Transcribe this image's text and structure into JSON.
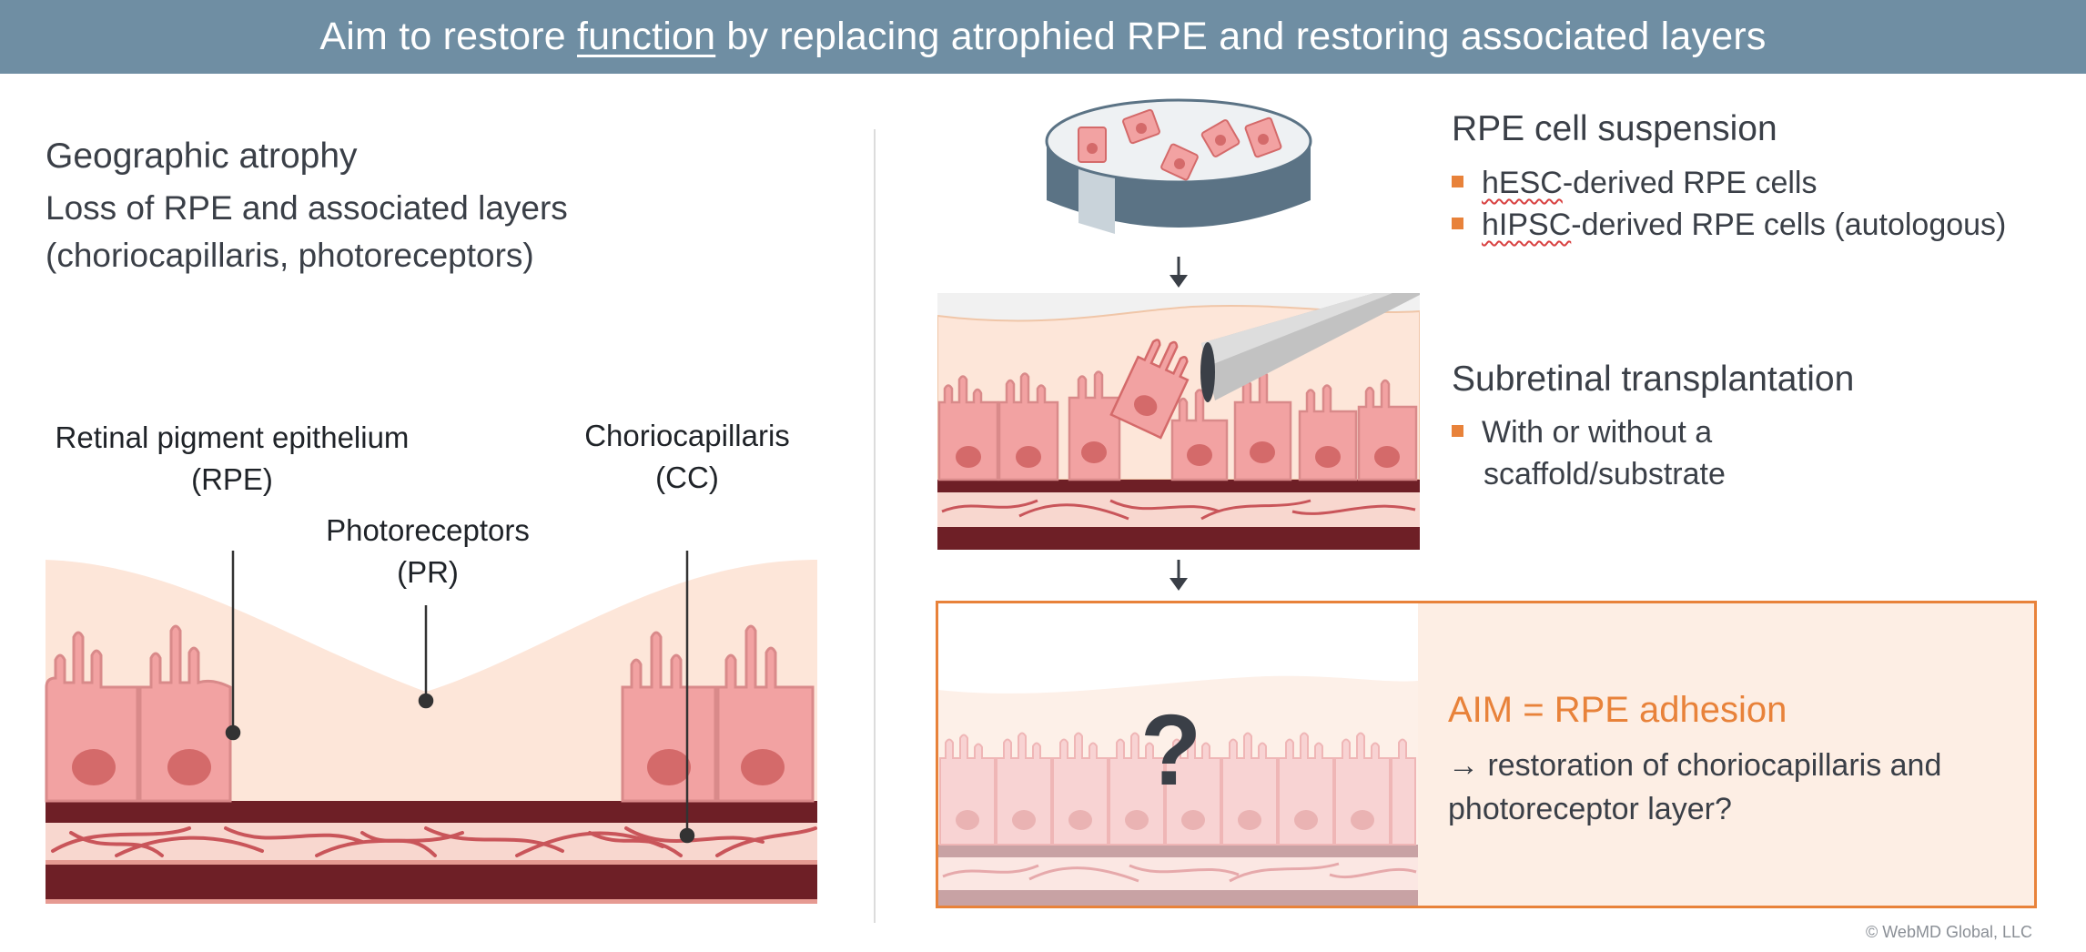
{
  "header": {
    "title_pre": "Aim to restore ",
    "title_underlined": "function",
    "title_post": " by replacing atrophied RPE and restoring associated layers"
  },
  "left": {
    "heading": "Geographic atrophy",
    "subtitle_line1": "Loss of RPE and associated layers",
    "subtitle_line2": "(choriocapillaris, photoreceptors)",
    "labels": {
      "rpe_line1": "Retinal pigment epithelium",
      "rpe_line2": "(RPE)",
      "pr_line1": "Photoreceptors",
      "pr_line2": "(PR)",
      "cc_line1": "Choriocapillaris",
      "cc_line2": "(CC)"
    }
  },
  "right": {
    "suspension": {
      "heading": "RPE cell suspension",
      "bullet1_pre": "",
      "bullet1_mark": "hESC",
      "bullet1_post": "-derived RPE cells",
      "bullet2_mark": "hIPSC",
      "bullet2_post": "-derived RPE cells (autologous)"
    },
    "transplant": {
      "heading": "Subretinal transplantation",
      "bullet1_line1": "With or without a",
      "bullet1_line2": "scaffold/substrate"
    },
    "aim": {
      "title": "AIM = RPE adhesion",
      "line1": "→ restoration of choriocapillaris and",
      "line2": "photoreceptor layer?",
      "question": "?"
    }
  },
  "footer": {
    "copyright": "© WebMD Global, LLC"
  },
  "colors": {
    "header_bg": "#6f8ea3",
    "accent_orange": "#e8823a",
    "cell_pink": "#f2a2a2",
    "nucleus": "#d46a6a",
    "bruch_dark": "#6e1f26",
    "choroid_bg": "#f8d7cf",
    "retina_bg": "#fde6d9"
  }
}
